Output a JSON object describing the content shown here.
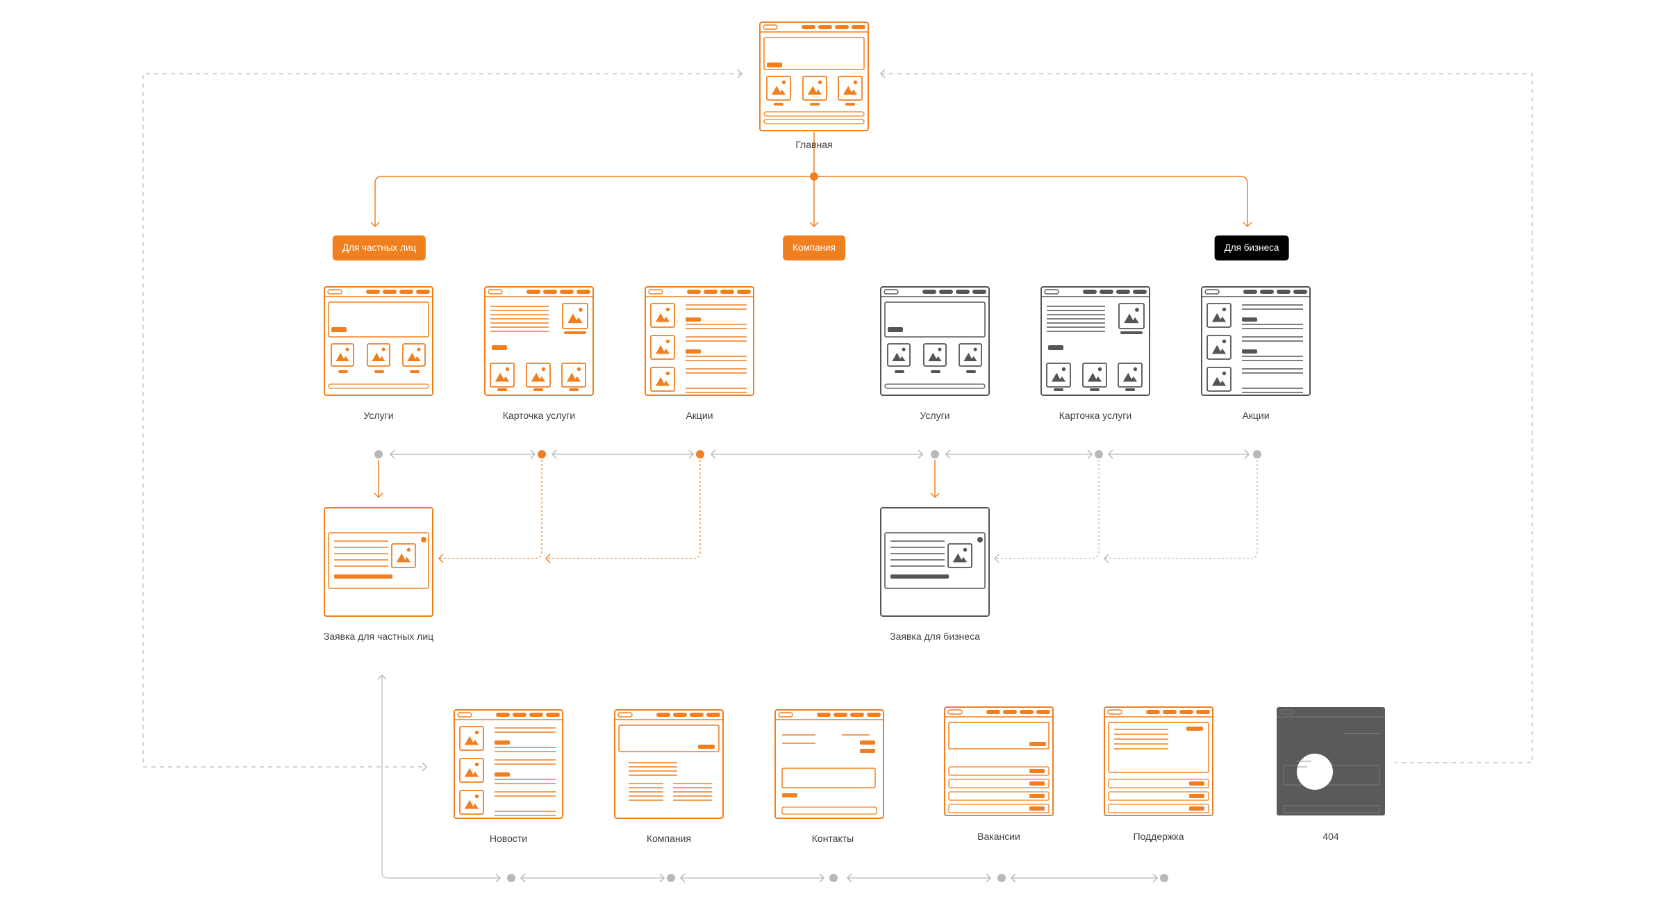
{
  "colors": {
    "accent": "#f07f1f",
    "dark": "#555555",
    "light_gray": "#b8b8b8",
    "panel_404": "#5a5a5a"
  },
  "root": {
    "label": "Главная"
  },
  "categories": {
    "private": "Для частных лиц",
    "company": "Компания",
    "business": "Для бизнеса"
  },
  "private_pages": [
    "Услуги",
    "Карточка услуги",
    "Акции"
  ],
  "business_pages": [
    "Услуги",
    "Карточка услуги",
    "Акции"
  ],
  "requests": {
    "private": "Заявка для частных лиц",
    "business": "Заявка для бизнеса"
  },
  "company_pages": [
    "Новости",
    "Компания",
    "Контакты",
    "Вакансии",
    "Поддержка",
    "404"
  ]
}
